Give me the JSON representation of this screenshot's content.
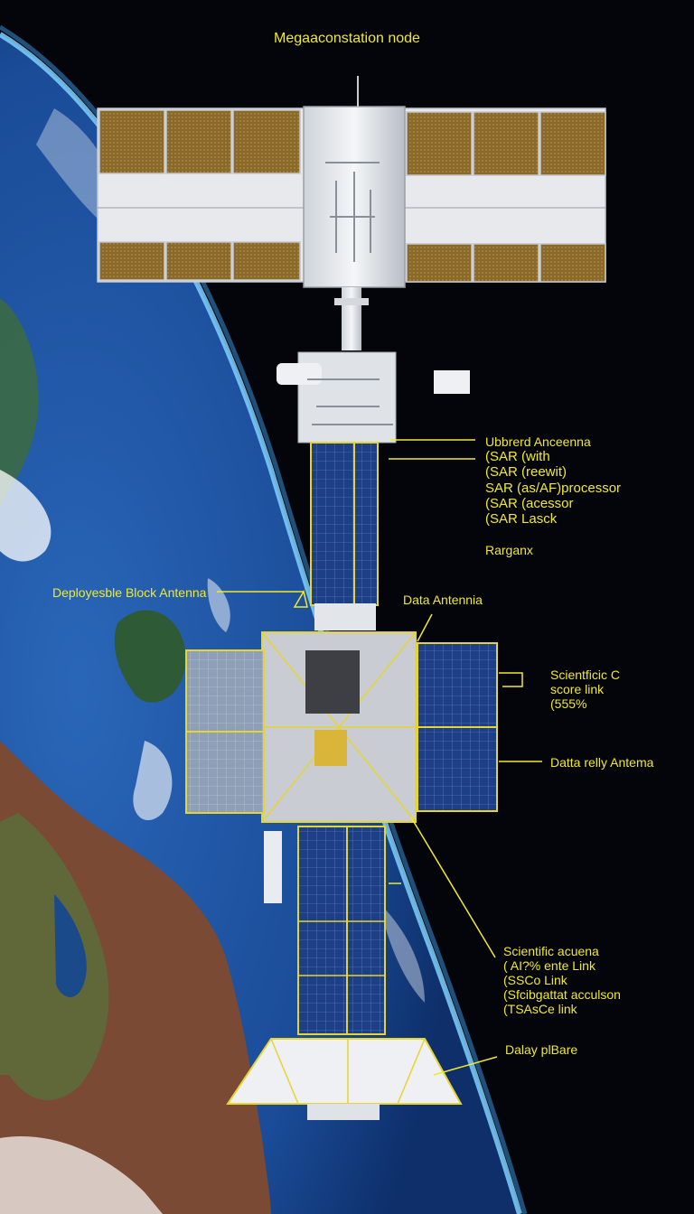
{
  "title": "Megaaconstation node",
  "labels": {
    "upper_antenna": [
      "Ubbrerd Anceenna",
      "(SAR (with",
      "(SAR (reewit)",
      "SAR (as/AF)processor",
      "(SAR (acessor",
      "(SAR Lasck"
    ],
    "range": "Rarganx",
    "deployable": "Deployesble Block Antenna",
    "data_antenna": "Data Antennia",
    "scientific_core": [
      "Scientficic C",
      "score link",
      "(555%"
    ],
    "data_relay": "Datta relly Antema",
    "scientific_lower": [
      "Scientific acuena",
      "( AI?% ente Link",
      "(SSCo Link",
      "(Sfcibgattat acculson",
      "(TSAsCe link"
    ],
    "daily_base": "Dalay plBare"
  },
  "colors": {
    "label": "#f2e92a",
    "space": "#03050a",
    "ocean": "#1d4f9c",
    "atmosphere": "#6fc3ff",
    "solar_blue": "#1d3f86",
    "solar_gold": "#8a6a2a",
    "truss_yellow": "#e6d431",
    "hull_white": "#e8ebef"
  }
}
